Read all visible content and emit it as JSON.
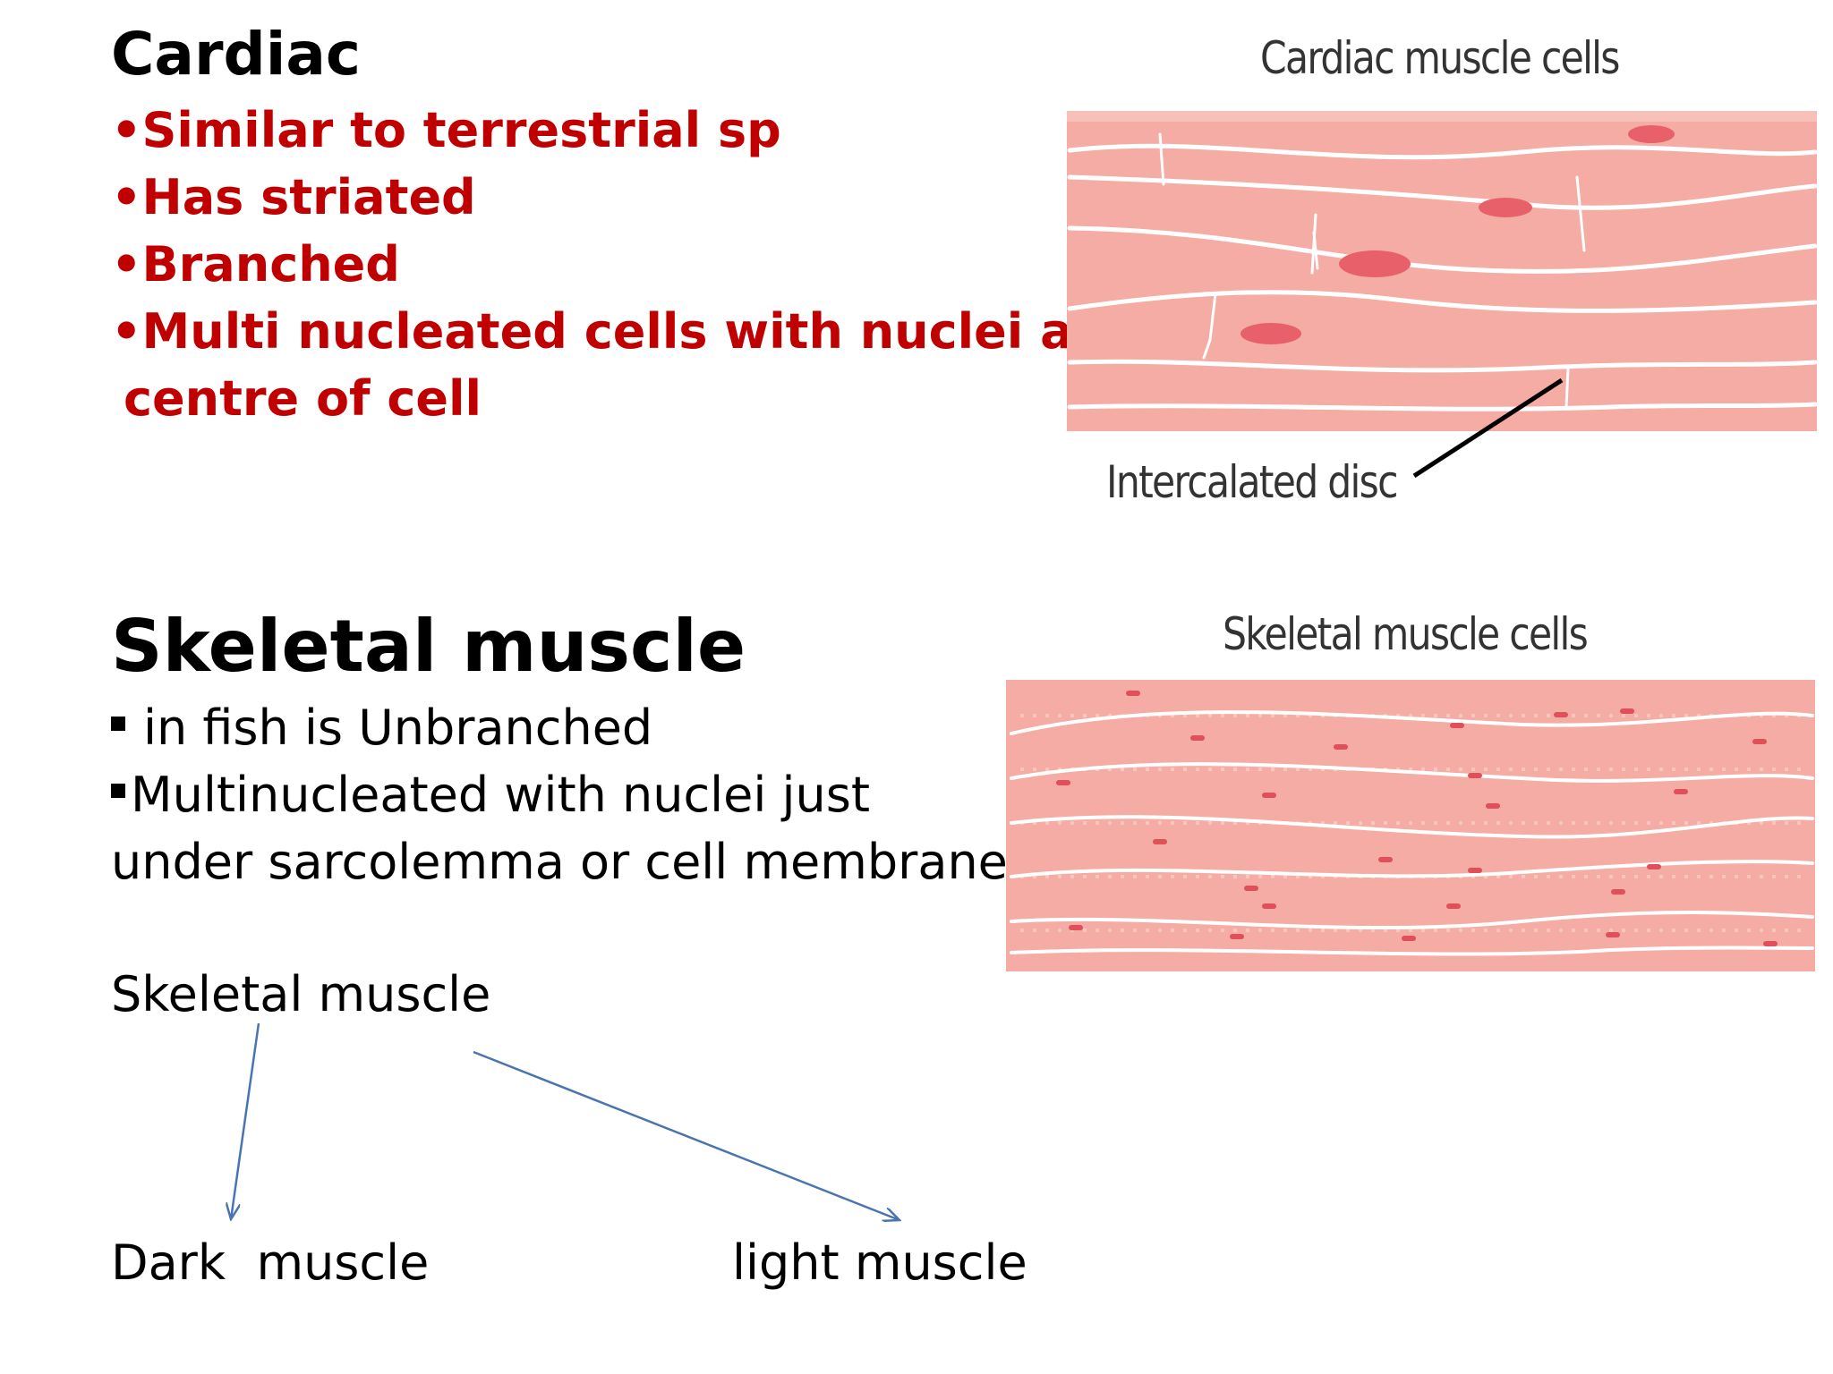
{
  "cardiac": {
    "heading": "Cardiac",
    "points": [
      "•Similar to terrestrial sp",
      "•Has striated",
      "•Branched",
      "•Multi nucleated cells with nuclei at the"
    ],
    "point_continuation": "centre of cell",
    "image_title": "Cardiac muscle cells",
    "image_label": "Intercalated disc"
  },
  "skeletal": {
    "heading": "Skeletal muscle",
    "points": [
      "in fish is Unbranched",
      "Multinucleated with nuclei just"
    ],
    "point_continuation": "under sarcolemma or cell membrane",
    "image_title": "Skeletal muscle cells"
  },
  "diagram": {
    "root": "Skeletal muscle",
    "left_child": "Dark  muscle",
    "right_child": "light muscle",
    "arrow_color": "#4a74b0"
  },
  "colors": {
    "accent_red": "#c00000",
    "tissue_pink": "#f2a8a0",
    "nucleus_red": "#e0505a"
  }
}
